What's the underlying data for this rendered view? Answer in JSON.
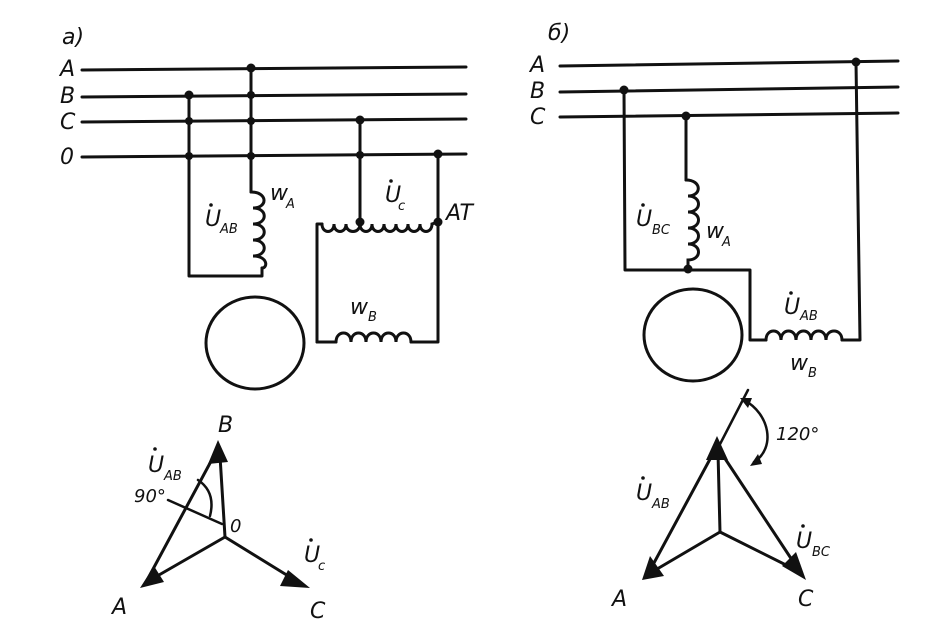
{
  "diagram_a": {
    "panel_label": "а)",
    "bus_labels": [
      "A",
      "B",
      "C",
      "0"
    ],
    "u_ab_label": "U",
    "u_ab_sub": "AB",
    "w_a_label": "w",
    "w_a_sub": "A",
    "u_c_label": "U",
    "u_c_sub": "c",
    "at_label": "AT",
    "w_b_label": "w",
    "w_b_sub": "B",
    "vector": {
      "b_label": "B",
      "a_label": "A",
      "c_label": "C",
      "o_label": "0",
      "u_ab_label": "U",
      "u_ab_sub": "AB",
      "u_c_label": "U",
      "u_c_sub": "c",
      "angle_label": "90°"
    }
  },
  "diagram_b": {
    "panel_label": "б)",
    "bus_labels": [
      "A",
      "B",
      "C"
    ],
    "u_bc_label": "U",
    "u_bc_sub": "BC",
    "w_a_label": "w",
    "w_a_sub": "A",
    "u_ab_label": "U",
    "u_ab_sub": "AB",
    "w_b_label": "w",
    "w_b_sub": "B",
    "vector": {
      "a_label": "A",
      "c_label": "C",
      "u_ab_label": "U",
      "u_ab_sub": "AB",
      "u_bc_label": "U",
      "u_bc_sub": "BC",
      "angle_label": "120°"
    }
  }
}
